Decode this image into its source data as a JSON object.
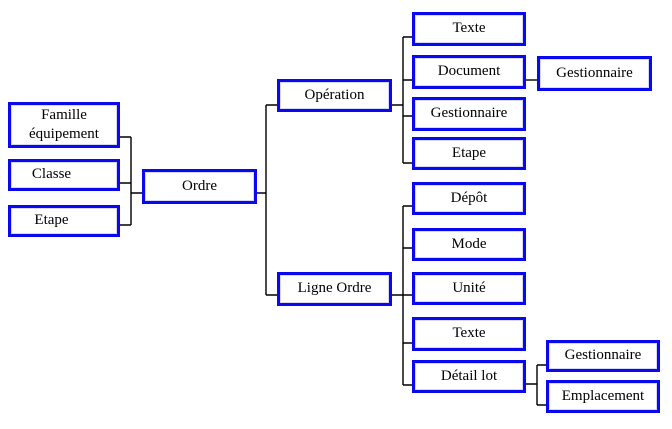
{
  "diagram": {
    "type": "hierarchy-diagram",
    "colors": {
      "box_border": "#0909f0",
      "box_fill": "#ffffff",
      "connector": "#000000",
      "background": "#ffffff"
    },
    "nodes": {
      "famille": {
        "label": "Famille équipement"
      },
      "classe": {
        "label": "Classe"
      },
      "etape_gauche": {
        "label": "Etape"
      },
      "ordre": {
        "label": "Ordre"
      },
      "operation": {
        "label": "Opération"
      },
      "ligne_ordre": {
        "label": "Ligne Ordre"
      },
      "texte_operation": {
        "label": "Texte"
      },
      "document": {
        "label": "Document"
      },
      "gestionnaire_operation": {
        "label": "Gestionnaire"
      },
      "etape_operation": {
        "label": "Etape"
      },
      "gestionnaire_document": {
        "label": "Gestionnaire"
      },
      "depot": {
        "label": "Dépôt"
      },
      "mode": {
        "label": "Mode"
      },
      "unite": {
        "label": "Unité"
      },
      "texte_ligne": {
        "label": "Texte"
      },
      "detail_lot": {
        "label": "Détail lot"
      },
      "gestionnaire_lot": {
        "label": "Gestionnaire"
      },
      "emplacement": {
        "label": "Emplacement"
      }
    },
    "edges": [
      [
        "famille",
        "ordre"
      ],
      [
        "classe",
        "ordre"
      ],
      [
        "etape_gauche",
        "ordre"
      ],
      [
        "ordre",
        "operation"
      ],
      [
        "ordre",
        "ligne_ordre"
      ],
      [
        "operation",
        "texte_operation"
      ],
      [
        "operation",
        "document"
      ],
      [
        "operation",
        "gestionnaire_operation"
      ],
      [
        "operation",
        "etape_operation"
      ],
      [
        "document",
        "gestionnaire_document"
      ],
      [
        "ligne_ordre",
        "depot"
      ],
      [
        "ligne_ordre",
        "mode"
      ],
      [
        "ligne_ordre",
        "unite"
      ],
      [
        "ligne_ordre",
        "texte_ligne"
      ],
      [
        "ligne_ordre",
        "detail_lot"
      ],
      [
        "detail_lot",
        "gestionnaire_lot"
      ],
      [
        "detail_lot",
        "emplacement"
      ]
    ]
  }
}
